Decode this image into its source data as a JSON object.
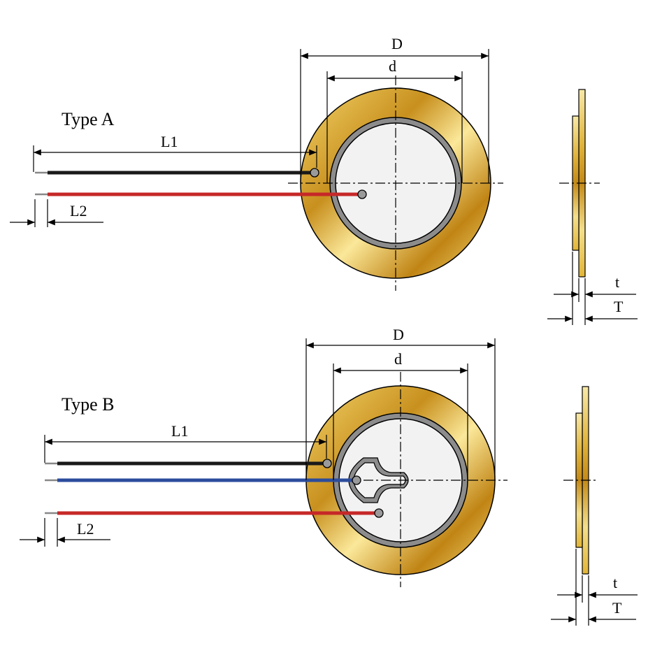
{
  "diagrams": [
    {
      "type_label": "Type A",
      "dimensions": {
        "outer": "D",
        "inner": "d",
        "lead_length": "L1",
        "strip_length": "L2",
        "thickness_inner": "t",
        "thickness_total": "T"
      },
      "leads": [
        {
          "name": "black-wire",
          "color": "#1a1a1a"
        },
        {
          "name": "red-wire",
          "color": "#c62828"
        }
      ]
    },
    {
      "type_label": "Type B",
      "dimensions": {
        "outer": "D",
        "inner": "d",
        "lead_length": "L1",
        "strip_length": "L2",
        "thickness_inner": "t",
        "thickness_total": "T"
      },
      "leads": [
        {
          "name": "black-wire",
          "color": "#1a1a1a"
        },
        {
          "name": "blue-wire",
          "color": "#2c4c9c"
        },
        {
          "name": "red-wire",
          "color": "#c62828"
        }
      ]
    }
  ],
  "colors": {
    "brass": "#d9a520",
    "ceramic": "#f2f2f2",
    "electrode_ring": "#8c8c8c"
  }
}
